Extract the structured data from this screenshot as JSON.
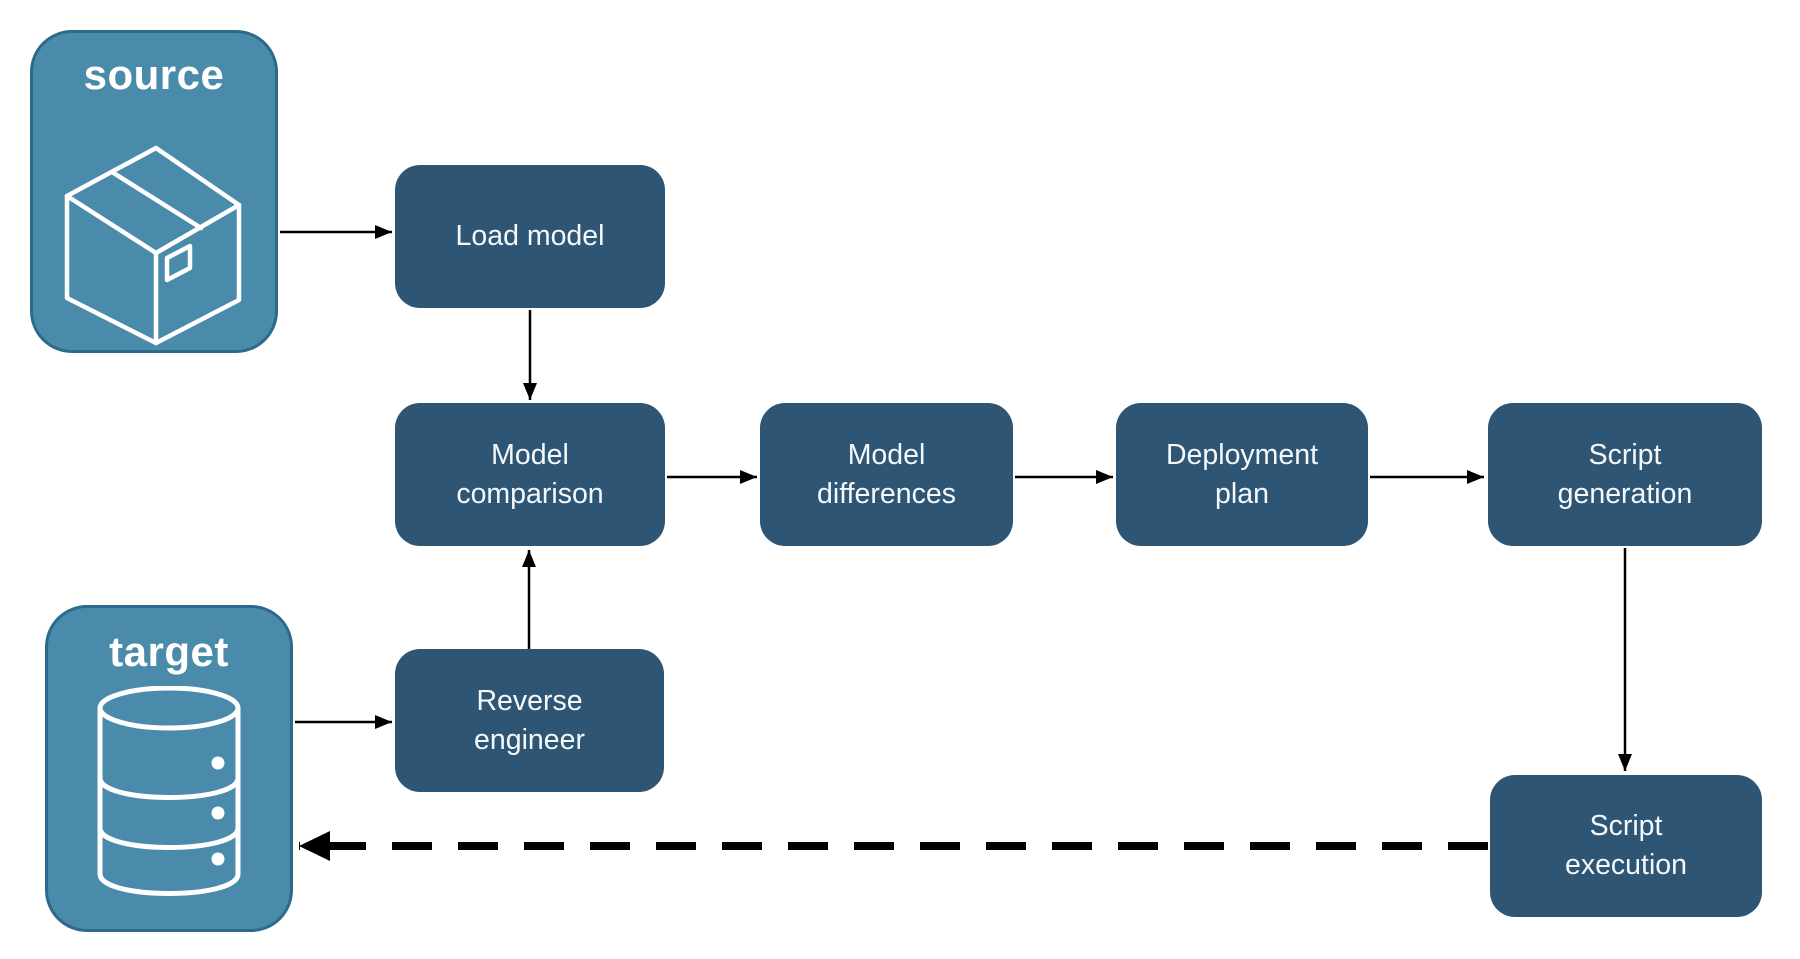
{
  "diagram": {
    "background": "#FFFFFF",
    "source": {
      "label": "source",
      "icon": "package-icon"
    },
    "target": {
      "label": "target",
      "icon": "database-icon"
    },
    "nodes": {
      "load_model": {
        "label": "Load model"
      },
      "model_comparison": {
        "label": "Model\ncomparison"
      },
      "model_differences": {
        "label": "Model\ndifferences"
      },
      "deployment_plan": {
        "label": "Deployment\nplan"
      },
      "script_generation": {
        "label": "Script\ngeneration"
      },
      "reverse_engineer": {
        "label": "Reverse\nengineer"
      },
      "script_execution": {
        "label": "Script\nexecution"
      }
    },
    "edges": [
      {
        "from": "source",
        "to": "load_model",
        "style": "solid"
      },
      {
        "from": "load_model",
        "to": "model_comparison",
        "style": "solid"
      },
      {
        "from": "model_comparison",
        "to": "model_differences",
        "style": "solid"
      },
      {
        "from": "model_differences",
        "to": "deployment_plan",
        "style": "solid"
      },
      {
        "from": "deployment_plan",
        "to": "script_generation",
        "style": "solid"
      },
      {
        "from": "script_generation",
        "to": "script_execution",
        "style": "solid"
      },
      {
        "from": "target",
        "to": "reverse_engineer",
        "style": "solid"
      },
      {
        "from": "reverse_engineer",
        "to": "model_comparison",
        "style": "solid"
      },
      {
        "from": "script_execution",
        "to": "target",
        "style": "dashed"
      }
    ],
    "colors": {
      "node_fill": "#2E5573",
      "node_text": "#F5F8FA",
      "endpoint_fill": "#4A8BAB",
      "endpoint_border": "#2C6A89",
      "title_text": "#FFFFFF",
      "arrow": "#000000",
      "background": "#FFFFFF"
    }
  }
}
